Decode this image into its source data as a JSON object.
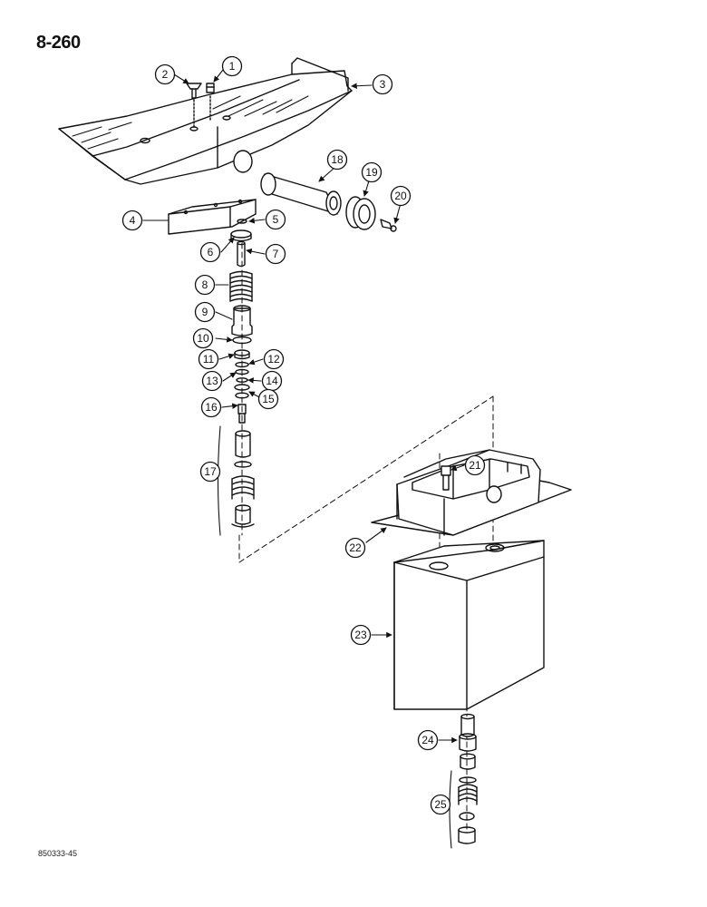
{
  "page_number": "8-260",
  "footer_code": "850333-45",
  "callouts": [
    {
      "id": "1",
      "label": "1"
    },
    {
      "id": "2",
      "label": "2"
    },
    {
      "id": "3",
      "label": "3"
    },
    {
      "id": "4",
      "label": "4"
    },
    {
      "id": "5",
      "label": "5"
    },
    {
      "id": "6",
      "label": "6"
    },
    {
      "id": "7",
      "label": "7"
    },
    {
      "id": "8",
      "label": "8"
    },
    {
      "id": "9",
      "label": "9"
    },
    {
      "id": "10",
      "label": "10"
    },
    {
      "id": "11",
      "label": "11"
    },
    {
      "id": "12",
      "label": "12"
    },
    {
      "id": "13",
      "label": "13"
    },
    {
      "id": "14",
      "label": "14"
    },
    {
      "id": "15",
      "label": "15"
    },
    {
      "id": "16",
      "label": "16"
    },
    {
      "id": "17",
      "label": "17"
    },
    {
      "id": "18",
      "label": "18"
    },
    {
      "id": "19",
      "label": "19"
    },
    {
      "id": "20",
      "label": "20"
    },
    {
      "id": "21",
      "label": "21"
    },
    {
      "id": "22",
      "label": "22"
    },
    {
      "id": "23",
      "label": "23"
    },
    {
      "id": "24",
      "label": "24"
    },
    {
      "id": "25",
      "label": "25"
    }
  ]
}
